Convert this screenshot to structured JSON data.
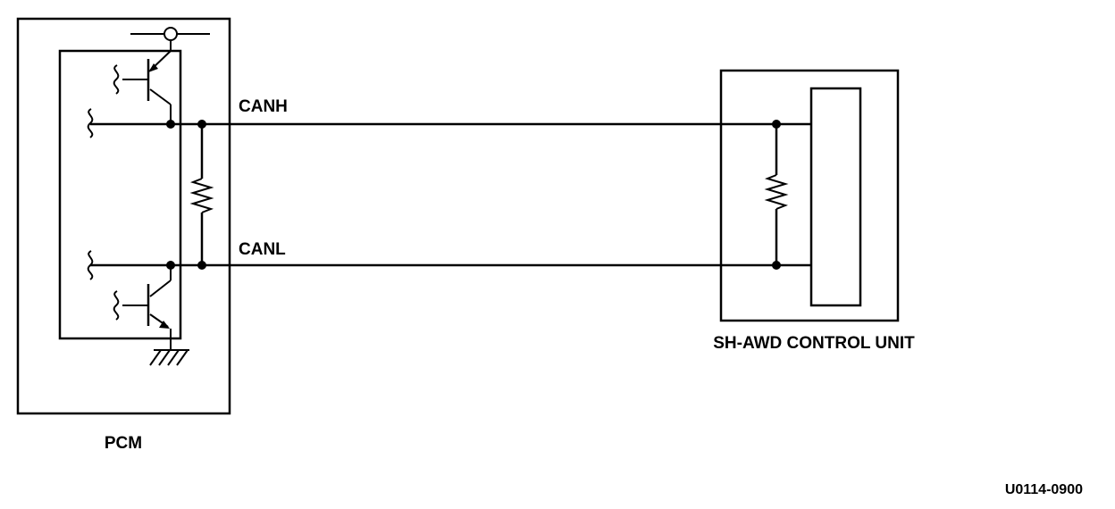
{
  "labels": {
    "canh": "CANH",
    "canl": "CANL",
    "pcm": "PCM",
    "control_unit": "SH-AWD CONTROL UNIT",
    "figure_code": "U0114-0900"
  }
}
